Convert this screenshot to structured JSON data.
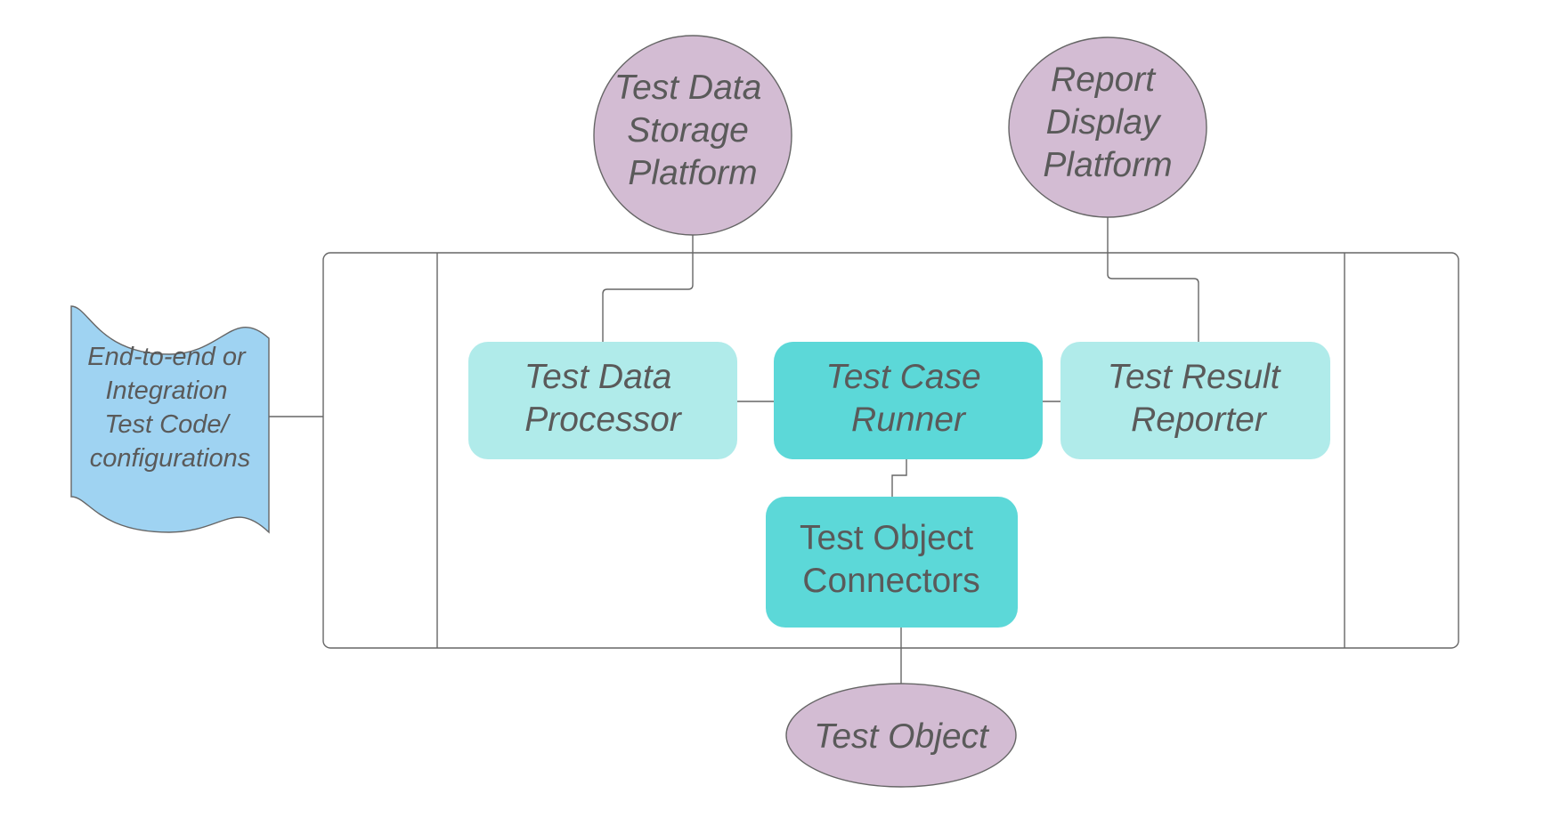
{
  "colors": {
    "background": "#ffffff",
    "outline": "#666666",
    "text": "#5a5a5a",
    "circle_fill": "#d3bcd3",
    "light_teal": "#b0ebea",
    "teal": "#5cd8d8",
    "blue_doc": "#9fd3f2"
  },
  "nodes": {
    "input_doc": [
      "End-to-end or",
      "Integration",
      "Test Code/",
      "configurations"
    ],
    "storage_platform": [
      "Test Data",
      "Storage",
      "Platform"
    ],
    "report_platform": [
      "Report",
      "Display",
      "Platform"
    ],
    "data_processor": [
      "Test Data",
      "Processor"
    ],
    "case_runner": [
      "Test Case",
      "Runner"
    ],
    "result_reporter": [
      "Test Result",
      "Reporter"
    ],
    "object_connectors": [
      "Test Object",
      "Connectors"
    ],
    "test_object": [
      "Test Object"
    ]
  }
}
